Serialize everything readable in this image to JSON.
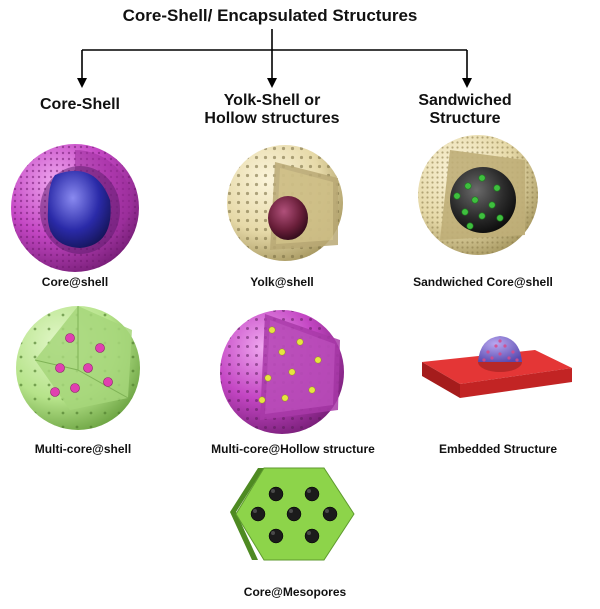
{
  "title": "Core-Shell/  Encapsulated Structures",
  "categories": [
    {
      "line1": "Core-Shell",
      "line2": ""
    },
    {
      "line1": "Yolk-Shell or",
      "line2": "Hollow structures"
    },
    {
      "line1": "Sandwiched",
      "line2": "Structure"
    }
  ],
  "captions": {
    "core_shell": "Core@shell",
    "yolk_shell": "Yolk@shell",
    "sandwiched": "Sandwiched Core@shell",
    "multi_core_shell": "Multi-core@shell",
    "multi_core_hollow": "Multi-core@Hollow structure",
    "embedded": "Embedded Structure",
    "mesopores": "Core@Mesopores"
  },
  "colors": {
    "magenta_shell": "#c447c4",
    "blue_core": "#2a2aa8",
    "cream_shell": "#e6d9a8",
    "maroon_core": "#6a1f3a",
    "dark_core": "#2b2b2b",
    "green_dot": "#3fbf3f",
    "light_green": "#b6e38a",
    "pink_dot": "#e040b0",
    "yellow_dot": "#e6e640",
    "red_slab": "#d42a2a",
    "lime_hex": "#8dd44a"
  },
  "icons": [
    "core-shell-sphere",
    "yolk-shell-sphere",
    "sandwiched-sphere",
    "multi-core-shell-sphere",
    "multi-core-hollow-sphere",
    "embedded-slab",
    "mesoporous-hexagon"
  ]
}
